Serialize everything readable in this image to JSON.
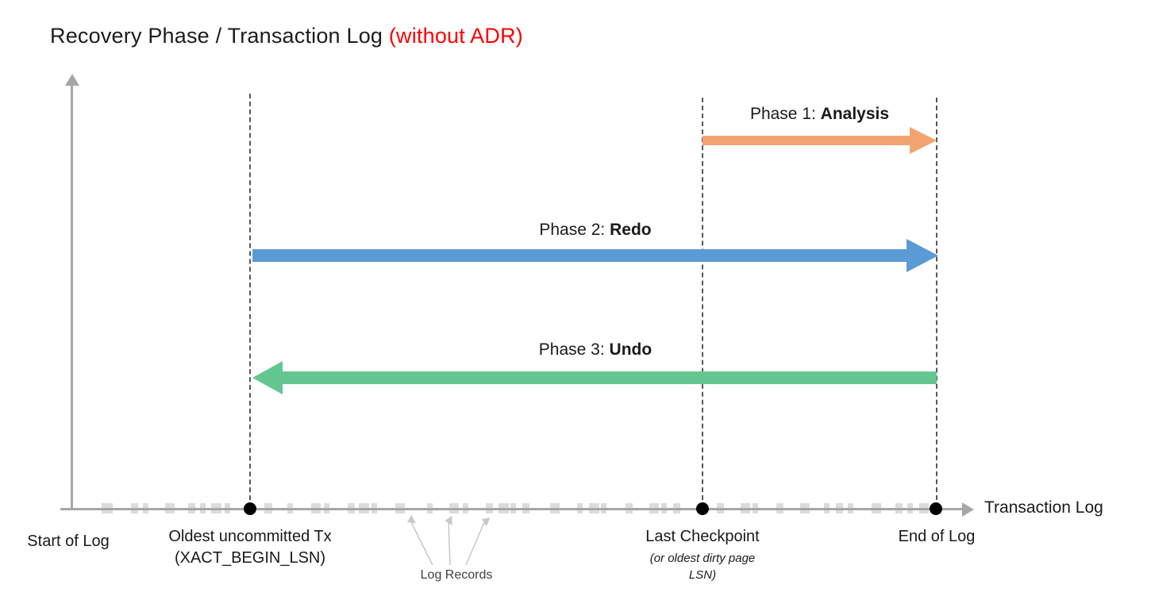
{
  "title": {
    "main": "Recovery Phase / Transaction Log ",
    "highlight": "(without ADR)"
  },
  "phases": [
    {
      "prefix": "Phase 1: ",
      "name": "Analysis",
      "color": "#F2A470"
    },
    {
      "prefix": "Phase 2: ",
      "name": "Redo",
      "color": "#5B9BD5"
    },
    {
      "prefix": "Phase 3: ",
      "name": "Undo",
      "color": "#63C78F"
    }
  ],
  "axis": {
    "x_label": "Transaction Log",
    "start_label": "Start of Log"
  },
  "markers": {
    "oldest_tx": {
      "label": "Oldest uncommitted Tx",
      "sublabel": "(XACT_BEGIN_LSN)"
    },
    "last_checkpoint": {
      "label": "Last Checkpoint",
      "sublabel": "(or oldest dirty page LSN)"
    },
    "end_of_log": {
      "label": "End of Log"
    }
  },
  "annotations": {
    "log_records": "Log Records"
  },
  "colors": {
    "axis": "#A6A6A6",
    "dashed_line": "#575757",
    "marker_dot": "#000000",
    "log_tick": "#DCDCDC",
    "title_highlight": "#FF0000"
  }
}
